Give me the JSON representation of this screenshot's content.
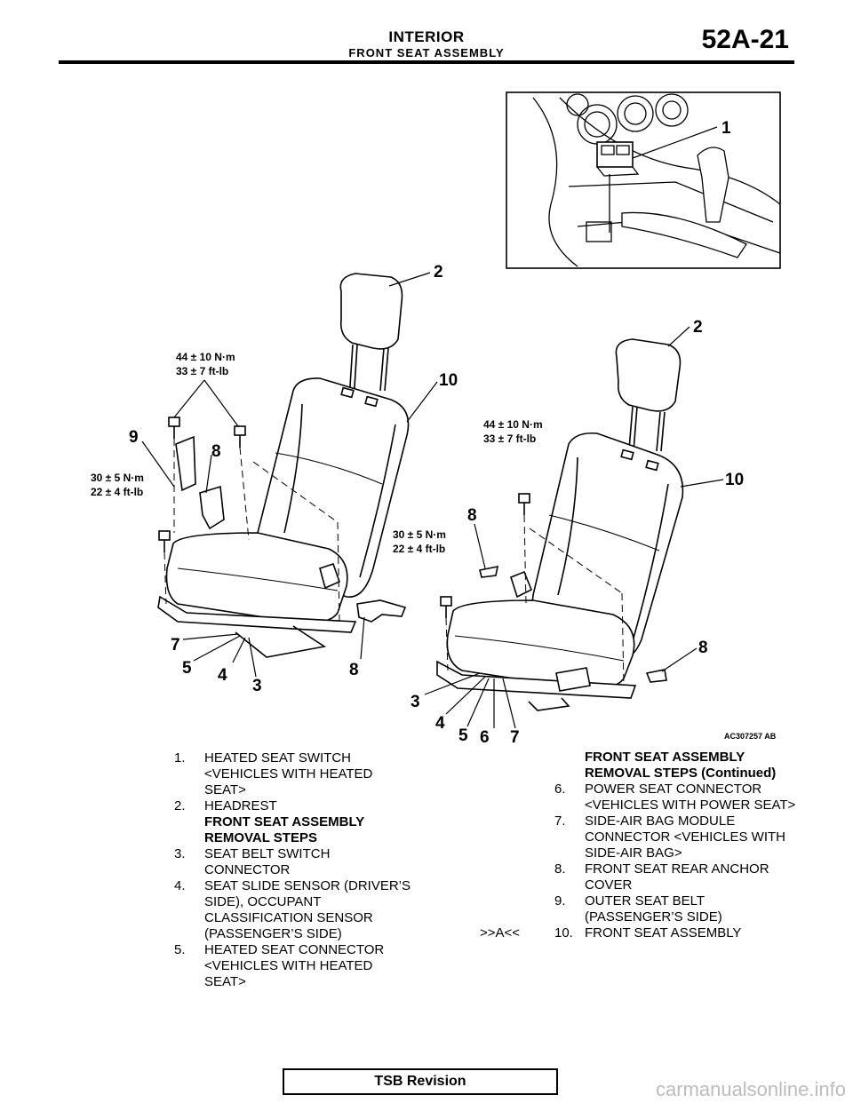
{
  "header": {
    "title": "INTERIOR",
    "subtitle": "FRONT SEAT ASSEMBLY",
    "page_number": "52A-21"
  },
  "figure": {
    "code": "AC307257 AB",
    "callouts": [
      "1",
      "2",
      "2",
      "10",
      "10",
      "9",
      "8",
      "8",
      "8",
      "8",
      "7",
      "5",
      "4",
      "3",
      "3",
      "4",
      "5",
      "6",
      "7"
    ],
    "torque": [
      {
        "nm": "44 ± 10 N·m",
        "ftlb": "33 ± 7 ft-lb"
      },
      {
        "nm": "30 ± 5 N·m",
        "ftlb": "22 ± 4 ft-lb"
      },
      {
        "nm": "44 ± 10 N·m",
        "ftlb": "33 ± 7 ft-lb"
      },
      {
        "nm": "30 ± 5 N·m",
        "ftlb": "22 ± 4 ft-lb"
      }
    ]
  },
  "legend_left": [
    {
      "num": "1.",
      "text": "HEATED SEAT SWITCH\n<VEHICLES WITH HEATED\nSEAT>"
    },
    {
      "num": "2.",
      "text": "HEADREST"
    },
    {
      "heading": "FRONT SEAT ASSEMBLY\nREMOVAL STEPS"
    },
    {
      "num": "3.",
      "text": "SEAT BELT SWITCH\nCONNECTOR"
    },
    {
      "num": "4.",
      "text": "SEAT SLIDE SENSOR (DRIVER’S\nSIDE), OCCUPANT\nCLASSIFICATION SENSOR\n(PASSENGER’S SIDE)"
    },
    {
      "num": "5.",
      "text": "HEATED SEAT CONNECTOR\n<VEHICLES WITH HEATED\nSEAT>"
    }
  ],
  "legend_right": [
    {
      "heading": "FRONT SEAT ASSEMBLY\nREMOVAL STEPS (Continued)"
    },
    {
      "num": "6.",
      "text": "POWER SEAT CONNECTOR\n<VEHICLES WITH POWER SEAT>"
    },
    {
      "num": "7.",
      "text": "SIDE-AIR BAG MODULE\nCONNECTOR <VEHICLES WITH\nSIDE-AIR BAG>"
    },
    {
      "num": "8.",
      "text": "FRONT SEAT REAR ANCHOR\nCOVER"
    },
    {
      "num": "9.",
      "text": "OUTER SEAT BELT\n(PASSENGER’S SIDE)"
    },
    {
      "num": "10.",
      "text": "FRONT SEAT ASSEMBLY",
      "mark": ">>A<<"
    }
  ],
  "footer": {
    "revision_label": "TSB Revision",
    "watermark": "carmanualsonline.info"
  }
}
